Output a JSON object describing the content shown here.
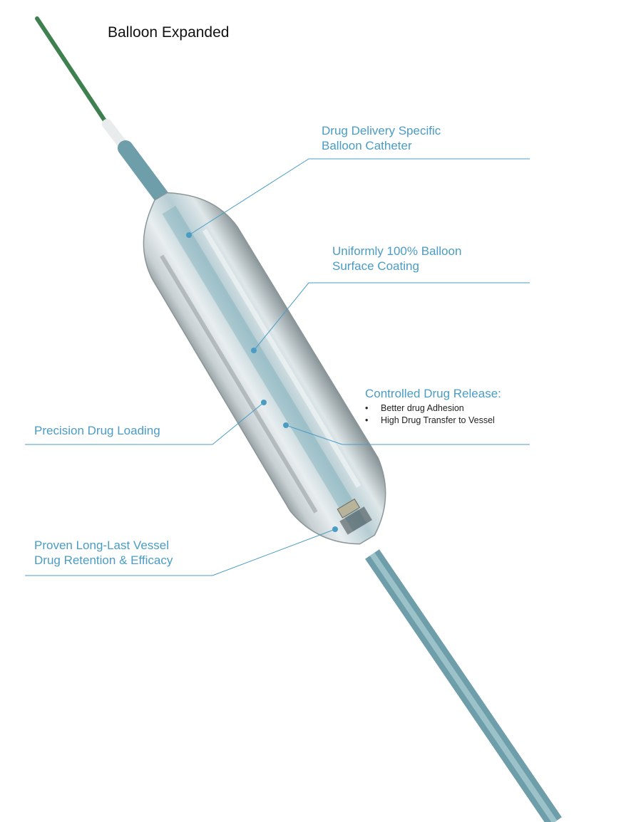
{
  "title": "Balloon Expanded",
  "callouts": {
    "catheter": {
      "lines": [
        "Drug Delivery Specific",
        "Balloon Catheter"
      ]
    },
    "coating": {
      "lines": [
        "Uniformly 100% Balloon",
        "Surface Coating"
      ]
    },
    "release": {
      "heading": "Controlled Drug Release:",
      "bullets": [
        "Better drug Adhesion",
        "High Drug Transfer to Vessel"
      ]
    },
    "loading": {
      "lines": [
        "Precision Drug Loading"
      ]
    },
    "retention": {
      "lines": [
        "Proven Long-Last Vessel",
        "Drug Retention & Efficacy"
      ]
    }
  },
  "bullet_glyph": "•",
  "colors": {
    "callout_text": "#4a9cc4",
    "leader_line": "#4a9cc4",
    "guidewire": "#3f8050",
    "catheter_shaft": "#74a7b3",
    "balloon": "#cfd9dc"
  }
}
